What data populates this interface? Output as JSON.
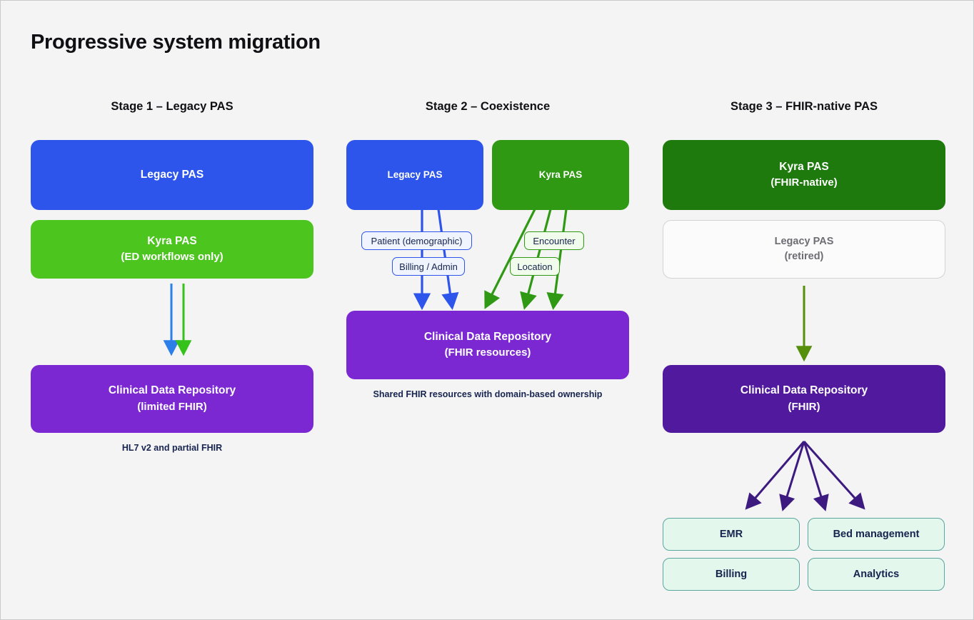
{
  "page": {
    "title": "Progressive system migration",
    "background": "#f4f4f5"
  },
  "colors": {
    "legacy_blue": "#2d55eb",
    "kyra_green_bright": "#4cc51e",
    "kyra_green_mid": "#2f9913",
    "kyra_green_dark": "#1e7a0d",
    "cdr_purple": "#7b27d2",
    "cdr_purple_dark": "#51199e",
    "arrow_olive": "#568f0c",
    "consumer_mint": "#e3f7ec",
    "caption_navy": "#16244f",
    "retired_gray": "#6d6d73"
  },
  "columns": [
    {
      "id": "stage-1",
      "header": "Stage 1 – Legacy PAS",
      "nodes": [
        {
          "id": "legacy-pas",
          "line1": "Legacy PAS",
          "line2": "",
          "fill": "#2d55eb"
        },
        {
          "id": "kyra-pas",
          "line1": "Kyra PAS",
          "line2": "(ED workflows only)",
          "fill": "#4cc51e"
        },
        {
          "id": "cdr",
          "line1": "Clinical Data Repository",
          "line2": "(limited FHIR)",
          "fill": "#7b27d2"
        }
      ],
      "caption": "HL7 v2 and partial FHIR",
      "flows": [
        {
          "from": "legacy-pas",
          "to": "cdr",
          "color": "#2d7fe8"
        },
        {
          "from": "kyra-pas",
          "to": "cdr",
          "color": "#35c21a"
        }
      ]
    },
    {
      "id": "stage-2",
      "header": "Stage 2 – Coexistence",
      "nodes": [
        {
          "id": "legacy-pas",
          "line1": "Legacy PAS",
          "line2": "",
          "fill": "#2d55eb"
        },
        {
          "id": "kyra-pas",
          "line1": "Kyra PAS",
          "line2": "",
          "fill": "#2f9913"
        },
        {
          "id": "cdr",
          "line1": "Clinical Data Repository",
          "line2": "(FHIR resources)",
          "fill": "#7b27d2"
        }
      ],
      "caption": "Shared FHIR resources with domain-based ownership",
      "chips": [
        {
          "id": "patient-demographic",
          "label": "Patient (demographic)",
          "owner": "legacy-pas",
          "style": "blue"
        },
        {
          "id": "billing-admin",
          "label": "Billing / Admin",
          "owner": "legacy-pas",
          "style": "blue"
        },
        {
          "id": "encounter",
          "label": "Encounter",
          "owner": "kyra-pas",
          "style": "green"
        },
        {
          "id": "location",
          "label": "Location",
          "owner": "kyra-pas",
          "style": "green"
        }
      ]
    },
    {
      "id": "stage-3",
      "header": "Stage 3 – FHIR-native PAS",
      "nodes": [
        {
          "id": "kyra-pas",
          "line1": "Kyra PAS",
          "line2": "(FHIR-native)",
          "fill": "#1e7a0d"
        },
        {
          "id": "legacy-pas-retired",
          "line1": "Legacy PAS",
          "line2": "(retired)",
          "fill": "#fbfbfb"
        },
        {
          "id": "cdr",
          "line1": "Clinical Data Repository",
          "line2": "(FHIR)",
          "fill": "#51199e"
        }
      ],
      "consumers": [
        {
          "id": "emr",
          "label": "EMR"
        },
        {
          "id": "bed-management",
          "label": "Bed management"
        },
        {
          "id": "billing",
          "label": "Billing"
        },
        {
          "id": "analytics",
          "label": "Analytics"
        }
      ]
    }
  ]
}
